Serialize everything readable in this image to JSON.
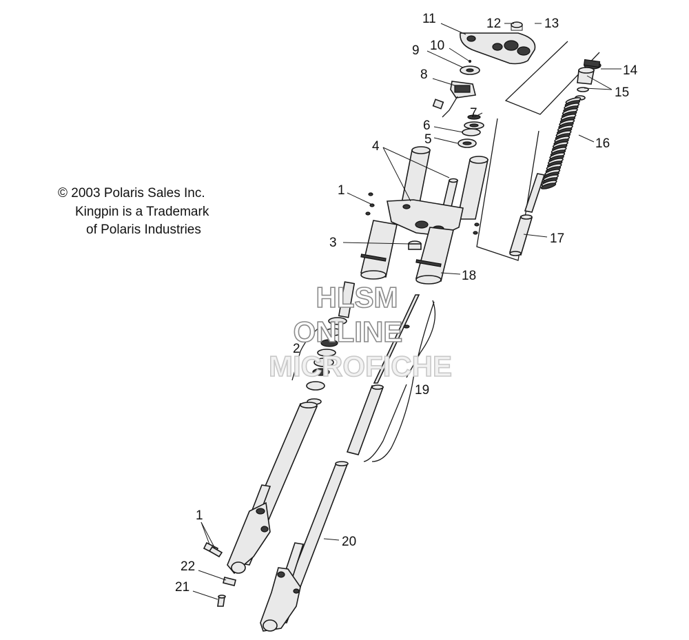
{
  "copyright": {
    "line1": "© 2003 Polaris Sales Inc.",
    "line2": "Kingpin is a Trademark",
    "line3": "of Polaris Industries"
  },
  "watermark": {
    "line1": "HLSM",
    "line2": "ONLINE",
    "line3": "MICROFICHE"
  },
  "callouts": {
    "c1_top": "1",
    "c1_bottom": "1",
    "c2": "2",
    "c3": "3",
    "c4": "4",
    "c5": "5",
    "c6": "6",
    "c7": "7",
    "c8": "8",
    "c9": "9",
    "c10": "10",
    "c11": "11",
    "c12": "12",
    "c13": "13",
    "c14": "14",
    "c15": "15",
    "c16": "16",
    "c17": "17",
    "c18": "18",
    "c19": "19",
    "c20": "20",
    "c21": "21",
    "c22": "22"
  }
}
